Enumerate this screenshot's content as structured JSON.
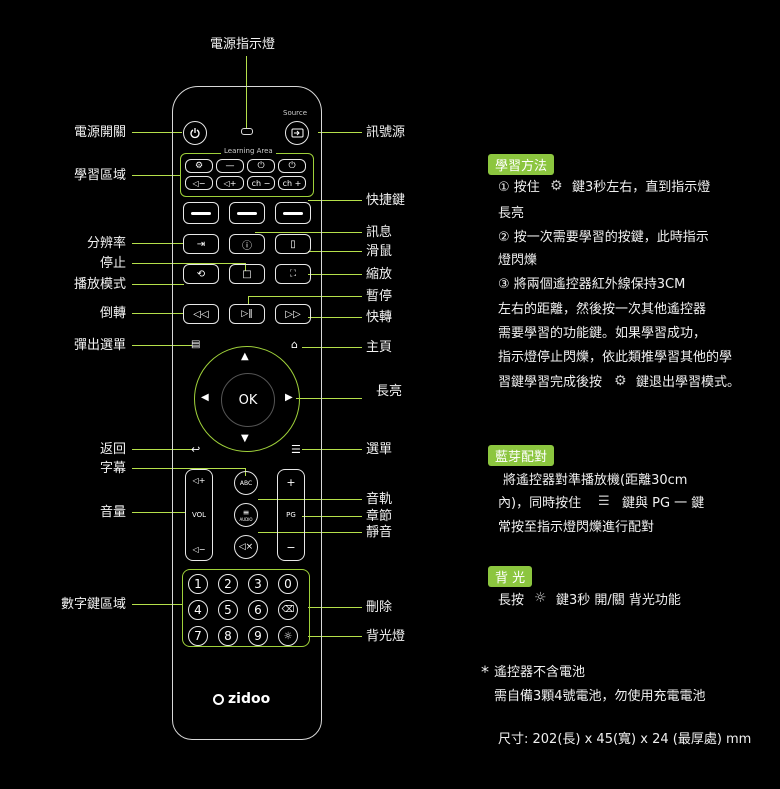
{
  "labels_left": {
    "power": "電源開關",
    "learning": "學習區域",
    "resolution": "分辨率",
    "stop": "停止",
    "play_mode": "播放模式",
    "rewind": "倒轉",
    "popup_menu": "彈出選單",
    "back": "返回",
    "subtitle": "字幕",
    "volume": "音量",
    "numpad": "數字鍵區域"
  },
  "labels_right": {
    "indicator": "電源指示燈",
    "source": "訊號源",
    "shortcut": "快捷鍵",
    "info": "訊息",
    "mouse": "滑鼠",
    "zoom": "縮放",
    "pause": "暫停",
    "forward": "快轉",
    "home": "主頁",
    "long_bright": "長亮",
    "menu": "選單",
    "audio": "音軌",
    "chapter": "章節",
    "mute": "靜音",
    "delete": "刪除",
    "backlight": "背光燈"
  },
  "remote": {
    "source_text": "Source",
    "learning_area_text": "Learning Area",
    "learn_row2": [
      "◁−",
      "◁+",
      "ch −",
      "ch +"
    ],
    "ok": "OK",
    "vol": "VOL",
    "pg": "PG",
    "abc": "ABC",
    "audio_small": "AUDIO",
    "numbers": [
      "1",
      "2",
      "3",
      "0",
      "4",
      "5",
      "6",
      "7",
      "8",
      "9"
    ],
    "brand": "zidoo"
  },
  "learning_method": {
    "title": "學習方法",
    "lines": [
      "① 按住",
      "鍵3秒左右，直到指示燈",
      "長亮",
      "② 按一次需要學習的按鍵，此時指示",
      "燈閃爍",
      "③ 將兩個遙控器紅外線保持3CM",
      "左右的距離，然後按一次其他遙控器",
      "需要學習的功能鍵。如果學習成功，",
      "指示燈停止閃爍，依此類推學習其他的學",
      "習鍵學習完成後按",
      "鍵退出學習模式。"
    ]
  },
  "bluetooth": {
    "title": "藍芽配對",
    "lines": [
      "將遙控器對準播放機(距離30cm",
      "內)，同時按住",
      "鍵與 PG 一  鍵",
      "常按至指示燈閃爍進行配對"
    ]
  },
  "backlight_panel": {
    "title": "背    光",
    "line_a": "長按",
    "line_b": "鍵3秒 開/關 背光功能"
  },
  "notes": {
    "star": "*",
    "line1": "遙控器不含電池",
    "line2": "需自備3顆4號電池，勿使用充電電池",
    "size": "尺寸: 202(長) x 45(寬) x 24 (最厚處) mm"
  }
}
